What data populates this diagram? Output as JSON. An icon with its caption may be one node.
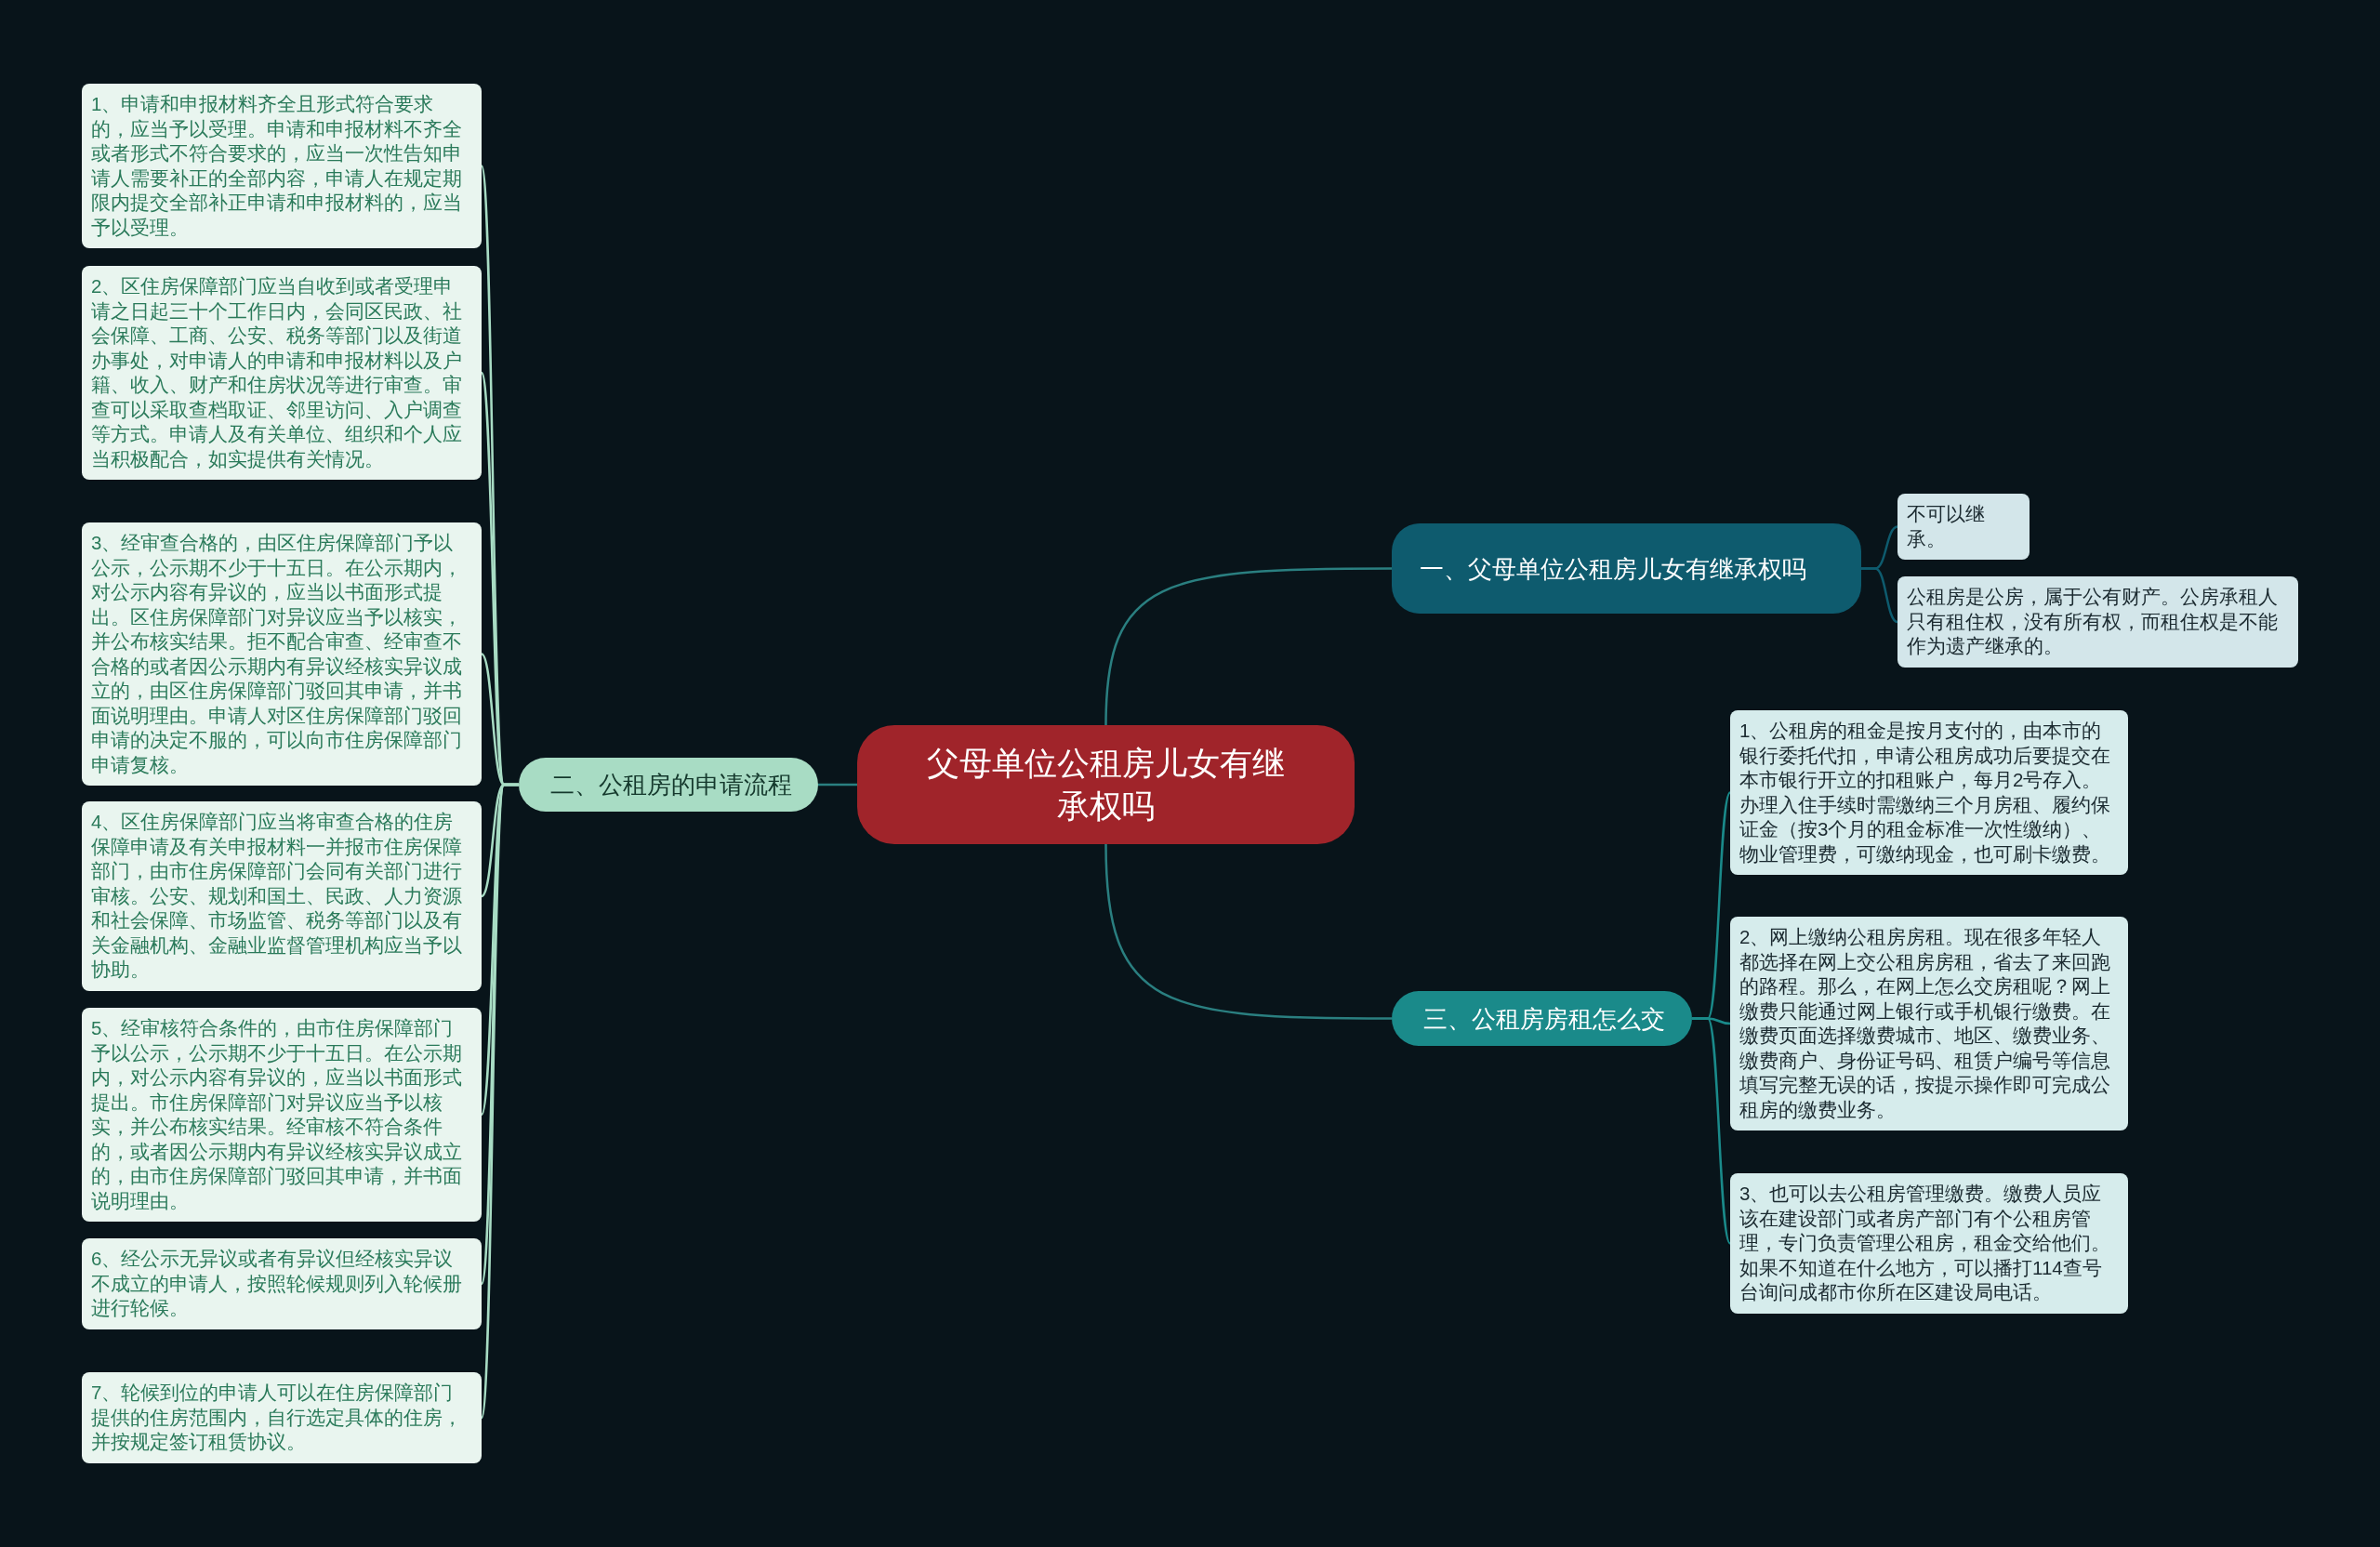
{
  "diagram": {
    "nodes": [
      {
        "text": [
          "父母单位公租房儿女有继承权吗"
        ]
      },
      {
        "text": [
          "一、父母单位公租房儿女有继承权吗"
        ]
      },
      {
        "text": [
          "不可以继承。"
        ]
      },
      {
        "text": [
          "公租房是公房，属于公有财产。公房承租人只有租住权，没有所有权，而租住权是不能作为遗产继承的。"
        ]
      },
      {
        "text": [
          "二、公租房的申请流程"
        ]
      },
      {
        "text": [
          "1、申请和申报材料齐全且形式符合要求的，应当予以受理。申请和申报材料不齐全或者形式不符合要求的，应当一次性告知申请人需要补正的全部内容，申请人在规定期限内提交全部补正申请和申报材料的，应当予以受理。"
        ]
      },
      {
        "text": [
          "2、区住房保障部门应当自收到或者受理申请之日起三十个工作日内，会同区民政、社会保障、工商、公安、税务等部门以及街道办事处，对申请人的申请和申报材料以及户籍、收入、财产和住房状况等进行审查。审查可以采取查档取证、邻里访问、入户调查等方式。申请人及有关单位、组织和个人应当积极配合，如实提供有关情况。"
        ]
      },
      {
        "text": [
          "3、经审查合格的，由区住房保障部门予以公示，公示期不少于十五日。在公示期内，对公示内容有异议的，应当以书面形式提出。区住房保障部门对异议应当予以核实，并公布核实结果。拒不配合审查、经审查不合格的或者因公示期内有异议经核实异议成立的，由区住房保障部门驳回其申请，并书面说明理由。申请人对区住房保障部门驳回申请的决定不服的，可以向市住房保障部门申请复核。"
        ]
      },
      {
        "text": [
          "4、区住房保障部门应当将审查合格的住房保障申请及有关申报材料一并报市住房保障部门，由市住房保障部门会同有关部门进行审核。公安、规划和国土、民政、人力资源和社会保障、市场监管、税务等部门以及有关金融机构、金融业监督管理机构应当予以协助。"
        ]
      },
      {
        "text": [
          "5、经审核符合条件的，由市住房保障部门予以公示，公示期不少于十五日。在公示期内，对公示内容有异议的，应当以书面形式提出。市住房保障部门对异议应当予以核实，并公布核实结果。经审核不符合条件的，或者因公示期内有异议经核实异议成立的，由市住房保障部门驳回其申请，并书面说明理由。"
        ]
      },
      {
        "text": [
          "6、经公示无异议或者有异议但经核实异议不成立的申请人，按照轮候规则列入轮候册进行轮候。"
        ]
      },
      {
        "text": [
          "7、轮候到位的申请人可以在住房保障部门提供的住房范围内，自行选定具体的住房，并按规定签订租赁协议。"
        ]
      },
      {
        "text": [
          "三、公租房房租怎么交"
        ]
      },
      {
        "text": [
          "1、公租房的租金是按月支付的，由本市的银行委托代扣，申请公租房成功后要提交在本市银行开立的扣租账户，每月2号存入。办理入住手续时需缴纳三个月房租、履约保证金（按3个月的租金标准一次性缴纳）、物业管理费，可缴纳现金，也可刷卡缴费。"
        ]
      },
      {
        "text": [
          "2、网上缴纳公租房房租。现在很多年轻人都选择在网上交公租房房租，省去了来回跑的路程。那么，在网上怎么交房租呢？网上缴费只能通过网上银行或手机银行缴费。在缴费页面选择缴费城市、地区、缴费业务、缴费商户、身份证号码、租赁户编号等信息填写完整无误的话，按提示操作即可完成公租房的缴费业务。"
        ]
      },
      {
        "text": [
          "3、也可以去公租房管理缴费。缴费人员应该在建设部门或者房产部门有个公租房管理，专门负责管理公租房，租金交给他们。如果不知道在什么地方，可以播打114查号台询问成都市你所在区建设局电话。"
        ]
      }
    ],
    "edges": [
      {
        "from": 0,
        "to": 1,
        "arrow": "none",
        "color": "#2a7f80"
      },
      {
        "from": 1,
        "to": 2,
        "arrow": "none",
        "color": "#0e5b6e"
      },
      {
        "from": 1,
        "to": 3,
        "arrow": "none",
        "color": "#0e5b6e"
      },
      {
        "from": 0,
        "to": 4,
        "arrow": "none",
        "color": "#2a7f80"
      },
      {
        "from": 4,
        "to": 5,
        "arrow": "none"
      },
      {
        "from": 4,
        "to": 6,
        "arrow": "none"
      },
      {
        "from": 4,
        "to": 7,
        "arrow": "none"
      },
      {
        "from": 4,
        "to": 8,
        "arrow": "none"
      },
      {
        "from": 4,
        "to": 9,
        "arrow": "none"
      },
      {
        "from": 4,
        "to": 10,
        "arrow": "none"
      },
      {
        "from": 4,
        "to": 11,
        "arrow": "none"
      },
      {
        "from": 0,
        "to": 12,
        "arrow": "none",
        "color": "#2a7f80"
      },
      {
        "from": 12,
        "to": 13,
        "arrow": "none",
        "color": "#1a8a8a"
      },
      {
        "from": 12,
        "to": 14,
        "arrow": "none",
        "color": "#1a8a8a"
      },
      {
        "from": 12,
        "to": 15,
        "arrow": "none",
        "color": "#1a8a8a"
      }
    ]
  }
}
